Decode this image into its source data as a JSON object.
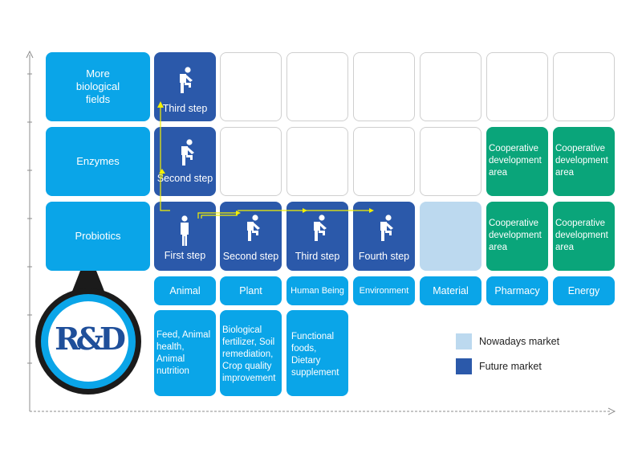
{
  "rows": {
    "more": "More biological fields",
    "enzymes": "Enzymes",
    "probiotics": "Probiotics"
  },
  "steps": {
    "third_top": "Third step",
    "second": "Second step",
    "first": "First step",
    "second_plant": "Second step",
    "third_human": "Third step",
    "fourth_env": "Fourth step"
  },
  "cooperative": "Cooperative development area",
  "categories": [
    "Animal",
    "Plant",
    "Human Being",
    "Environment",
    "Material",
    "Pharmacy",
    "Energy"
  ],
  "descriptions": {
    "animal": "Feed, Animal health, Animal nutrition",
    "plant": "Biological fertilizer, Soil remediation, Crop quality improvement",
    "human": "Functional foods, Dietary supplement"
  },
  "logo_text": "R&D",
  "legend": {
    "nowadays": "Nowadays market",
    "future": "Future market"
  },
  "colors": {
    "cyan": "#0aa5e8",
    "dark_blue": "#2b59aa",
    "light_blue": "#bcd9ef",
    "green": "#0aa57a",
    "arrow_yellow": "#f4f000"
  }
}
